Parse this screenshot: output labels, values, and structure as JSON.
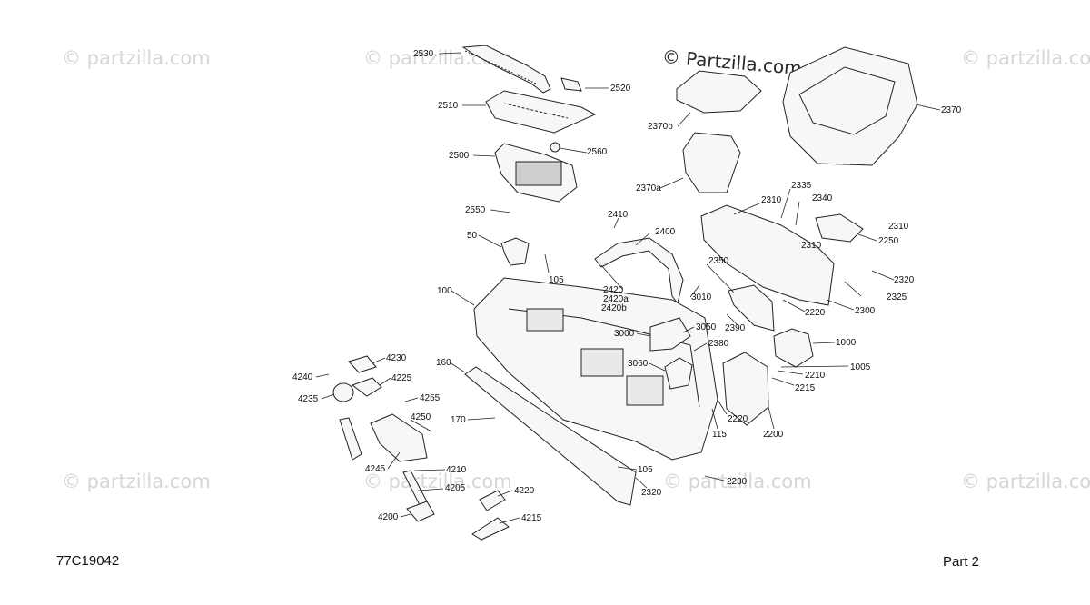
{
  "watermark": "© partzilla.com",
  "copyright": "© Partzilla.com",
  "diagram_code": "77C19042",
  "page_label": "Part 2",
  "callouts": [
    "2530",
    "2520",
    "2510",
    "2560",
    "2500",
    "2550",
    "2410",
    "2400",
    "50",
    "105",
    "100",
    "2420",
    "2420a",
    "2420b",
    "3010",
    "3000",
    "3050",
    "2380",
    "3060",
    "160",
    "170",
    "4240",
    "4235",
    "4230",
    "4225",
    "4255",
    "4250",
    "4245",
    "4210",
    "4205",
    "4200",
    "4220",
    "4215",
    "2370",
    "2370b",
    "2370a",
    "2335",
    "2340",
    "2310",
    "2310",
    "2310",
    "2250",
    "2350",
    "2320",
    "2325",
    "2220",
    "2300",
    "2390",
    "1000",
    "1005",
    "2210",
    "2215",
    "2220",
    "2200",
    "115",
    "105",
    "2320",
    "2230"
  ]
}
